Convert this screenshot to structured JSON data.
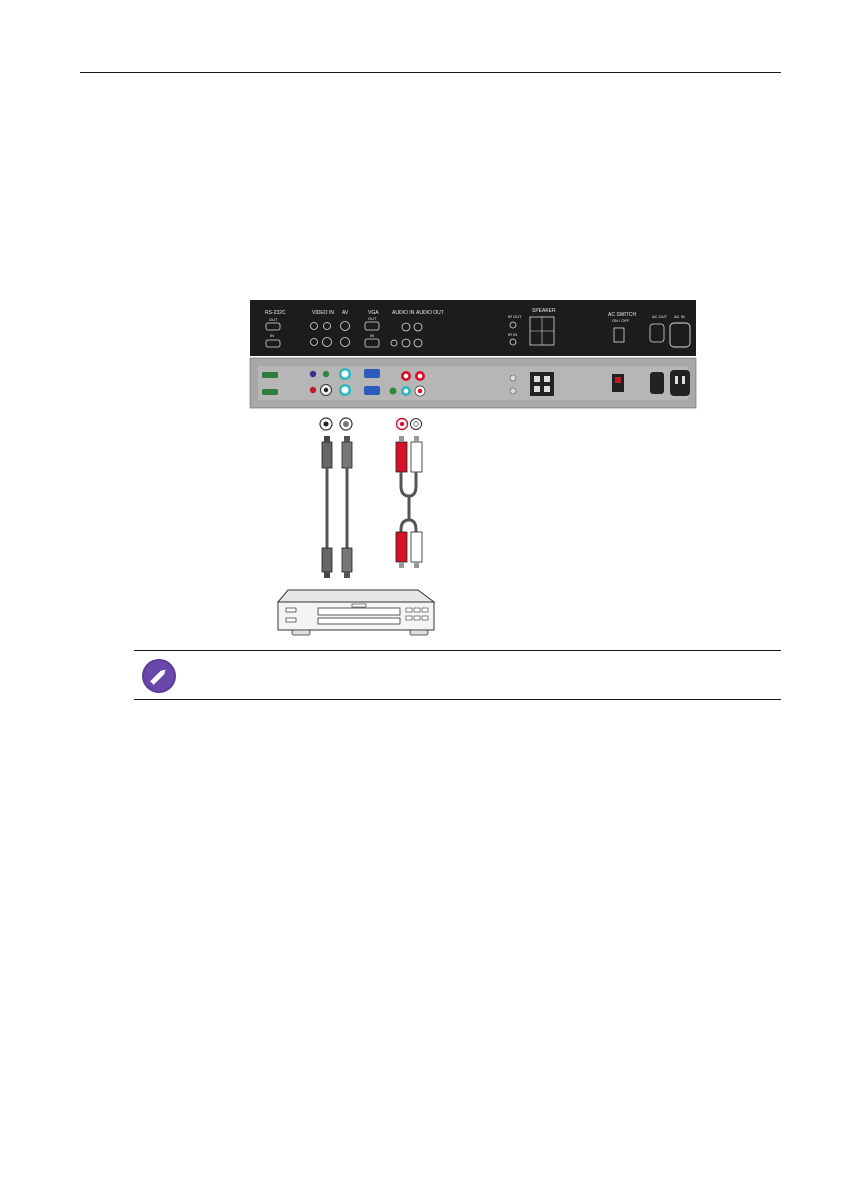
{
  "header": {
    "title": ""
  },
  "diagram": {
    "panel_top_labels": [
      "RS-232C",
      "OUT",
      "IN",
      "VIDEO IN",
      "AV",
      "VGA",
      "OUT",
      "IN",
      "AUDIO IN",
      "AUDIO OUT",
      "IR OUT",
      "IR IN",
      "SPEAKER",
      "AC SWITCH",
      "ON / OFF",
      "AC OUT",
      "AC IN"
    ],
    "colors": {
      "panel_dark": "#1c1c1c",
      "panel_grey": "#a8a8a8",
      "rca_red": "#d8102a",
      "rca_white": "#ffffff",
      "svideo": "#2a2a2a",
      "cable": "#555555"
    }
  },
  "note": {
    "icon": "pencil-note-icon",
    "text": ""
  }
}
